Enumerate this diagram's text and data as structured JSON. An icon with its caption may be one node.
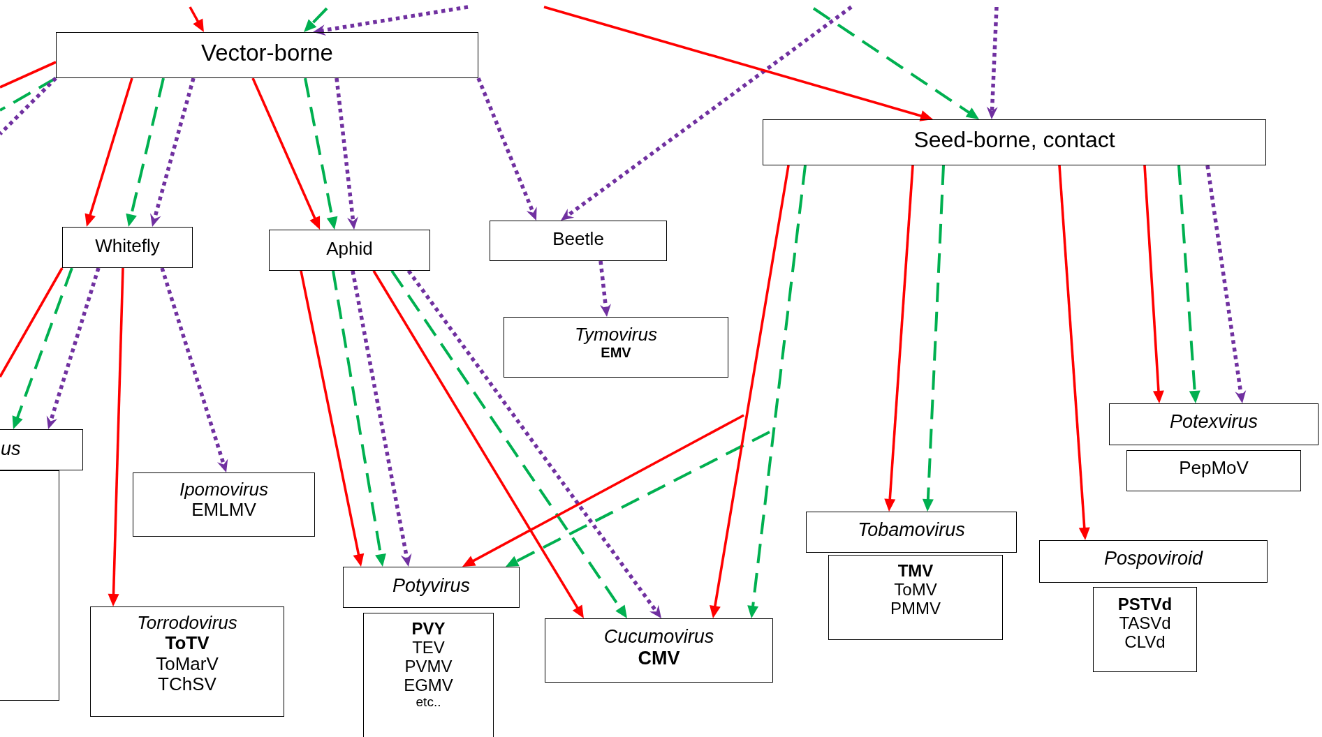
{
  "diagram": {
    "nodes": [
      {
        "text": [
          "Vector-borne"
        ]
      },
      {
        "text": [
          "Seed-borne, contact"
        ]
      },
      {
        "text": [
          "Whitefly"
        ]
      },
      {
        "text": [
          "Aphid"
        ]
      },
      {
        "text": [
          "Beetle"
        ]
      },
      {
        "text": [
          "Tymovirus",
          "EMV"
        ]
      },
      {
        "text": [
          "us"
        ]
      },
      {
        "text": [],
        "shape": "box"
      },
      {
        "text": [
          "Ipomovirus",
          "EMLMV"
        ]
      },
      {
        "text": [
          "Torrodovirus",
          "ToTV",
          "ToMarV",
          "TChSV"
        ]
      },
      {
        "text": [
          "Potyvirus"
        ]
      },
      {
        "text": [
          "PVY",
          "TEV",
          "PVMV",
          "EGMV",
          "etc.."
        ]
      },
      {
        "text": [
          "Cucumovirus",
          "CMV"
        ]
      },
      {
        "text": [
          "Tobamovirus"
        ]
      },
      {
        "text": [
          "TMV",
          "ToMV",
          "PMMV"
        ]
      },
      {
        "text": [
          "Pospoviroid"
        ]
      },
      {
        "text": [
          "PSTVd",
          "TASVd",
          "CLVd"
        ]
      },
      {
        "text": [
          "Potexvirus"
        ]
      },
      {
        "text": [
          "PepMoV"
        ]
      }
    ],
    "edges": [
      {
        "from": null,
        "to": 0,
        "arrow": "to",
        "color": "#ff0000"
      },
      {
        "from": null,
        "to": 0,
        "arrow": "to",
        "style": "dashed",
        "color": "#00b050"
      },
      {
        "from": null,
        "to": 0,
        "arrow": "to",
        "style": "dashed",
        "color": "#7030a0"
      },
      {
        "from": 0,
        "to": null,
        "arrow": "none",
        "color": "#ff0000"
      },
      {
        "from": 0,
        "to": null,
        "arrow": "none",
        "style": "dashed",
        "color": "#00b050"
      },
      {
        "from": 0,
        "to": null,
        "arrow": "none",
        "style": "dashed",
        "color": "#7030a0"
      },
      {
        "from": 0,
        "to": 2,
        "arrow": "to",
        "color": "#ff0000"
      },
      {
        "from": 0,
        "to": 2,
        "arrow": "to",
        "style": "dashed",
        "color": "#00b050"
      },
      {
        "from": 0,
        "to": 2,
        "arrow": "to",
        "style": "dashed",
        "color": "#7030a0"
      },
      {
        "from": 0,
        "to": 3,
        "arrow": "to",
        "color": "#ff0000"
      },
      {
        "from": 0,
        "to": 3,
        "arrow": "to",
        "style": "dashed",
        "color": "#00b050"
      },
      {
        "from": 0,
        "to": 3,
        "arrow": "to",
        "style": "dashed",
        "color": "#7030a0"
      },
      {
        "from": 0,
        "to": 4,
        "arrow": "to",
        "style": "dashed",
        "color": "#7030a0"
      },
      {
        "from": null,
        "to": 4,
        "arrow": "to",
        "style": "dashed",
        "color": "#7030a0"
      },
      {
        "from": null,
        "to": 1,
        "arrow": "to",
        "color": "#ff0000"
      },
      {
        "from": null,
        "to": 1,
        "arrow": "to",
        "style": "dashed",
        "color": "#00b050"
      },
      {
        "from": null,
        "to": 1,
        "arrow": "to",
        "style": "dashed",
        "color": "#7030a0"
      },
      {
        "from": 2,
        "to": null,
        "arrow": "none",
        "color": "#ff0000"
      },
      {
        "from": 2,
        "to": 6,
        "arrow": "to",
        "style": "dashed",
        "color": "#00b050"
      },
      {
        "from": 2,
        "to": 6,
        "arrow": "to",
        "style": "dashed",
        "color": "#7030a0"
      },
      {
        "from": 2,
        "to": 9,
        "arrow": "to",
        "color": "#ff0000"
      },
      {
        "from": 2,
        "to": 8,
        "arrow": "to",
        "style": "dashed",
        "color": "#7030a0"
      },
      {
        "from": 3,
        "to": 10,
        "arrow": "to",
        "color": "#ff0000"
      },
      {
        "from": 3,
        "to": 10,
        "arrow": "to",
        "style": "dashed",
        "color": "#00b050"
      },
      {
        "from": 3,
        "to": 10,
        "arrow": "to",
        "style": "dashed",
        "color": "#7030a0"
      },
      {
        "from": 3,
        "to": 12,
        "arrow": "to",
        "color": "#ff0000"
      },
      {
        "from": 3,
        "to": 12,
        "arrow": "to",
        "style": "dashed",
        "color": "#00b050"
      },
      {
        "from": 3,
        "to": 12,
        "arrow": "to",
        "style": "dashed",
        "color": "#7030a0"
      },
      {
        "from": 4,
        "to": 5,
        "arrow": "to",
        "style": "dashed",
        "color": "#7030a0"
      },
      {
        "from": null,
        "to": 10,
        "arrow": "to",
        "color": "#ff0000"
      },
      {
        "from": null,
        "to": 10,
        "arrow": "to",
        "style": "dashed",
        "color": "#00b050"
      },
      {
        "from": 1,
        "to": 12,
        "arrow": "to",
        "color": "#ff0000"
      },
      {
        "from": 1,
        "to": 12,
        "arrow": "to",
        "style": "dashed",
        "color": "#00b050"
      },
      {
        "from": 1,
        "to": 13,
        "arrow": "to",
        "color": "#ff0000"
      },
      {
        "from": 1,
        "to": 13,
        "arrow": "to",
        "style": "dashed",
        "color": "#00b050"
      },
      {
        "from": 1,
        "to": 15,
        "arrow": "to",
        "color": "#ff0000"
      },
      {
        "from": 1,
        "to": 17,
        "arrow": "to",
        "color": "#ff0000"
      },
      {
        "from": 1,
        "to": 17,
        "arrow": "to",
        "style": "dashed",
        "color": "#00b050"
      },
      {
        "from": 1,
        "to": 17,
        "arrow": "to",
        "style": "dashed",
        "color": "#7030a0"
      }
    ]
  }
}
